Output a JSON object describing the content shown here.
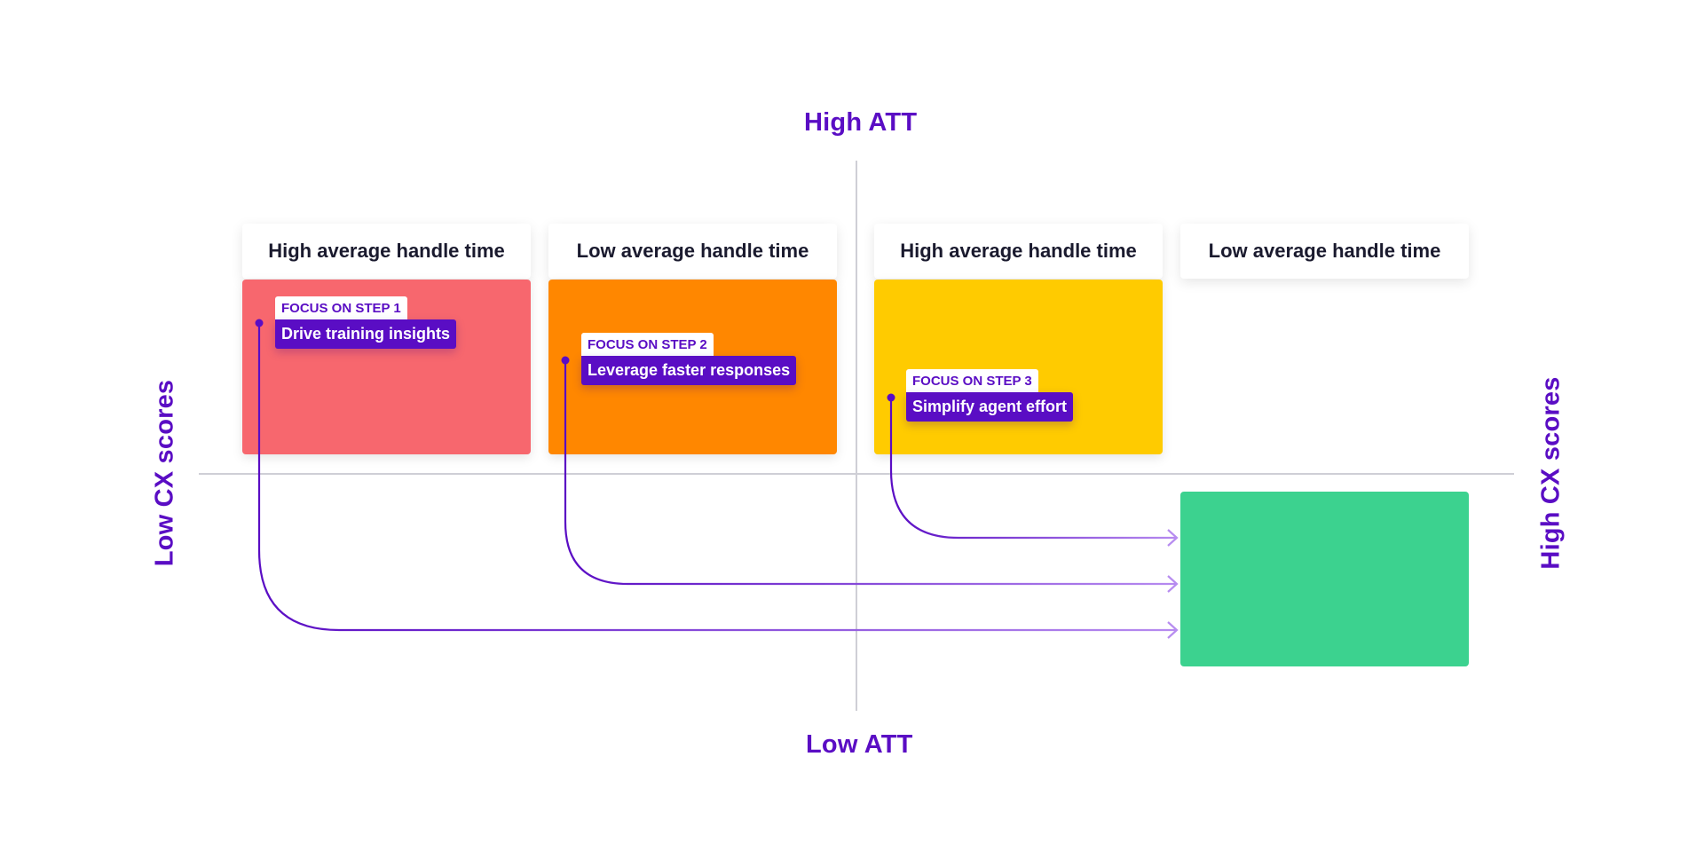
{
  "axes": {
    "top": "High ATT",
    "bottom": "Low ATT",
    "left": "Low CX scores",
    "right": "High CX scores"
  },
  "columns": [
    {
      "header": "High average handle time",
      "color": "#f7676e"
    },
    {
      "header": "Low average handle time",
      "color": "#ff8700"
    },
    {
      "header": "High average handle time",
      "color": "#ffcb00"
    },
    {
      "header": "Low average handle time",
      "color": "#3cd28f"
    }
  ],
  "steps": [
    {
      "label": "FOCUS ON STEP 1",
      "text": "Drive training insights"
    },
    {
      "label": "FOCUS ON STEP 2",
      "text": "Leverage faster responses"
    },
    {
      "label": "FOCUS ON STEP 3",
      "text": "Simplify agent effort"
    }
  ],
  "colors": {
    "accent": "#5a0dc4",
    "arrow_light": "#b78cf0"
  }
}
